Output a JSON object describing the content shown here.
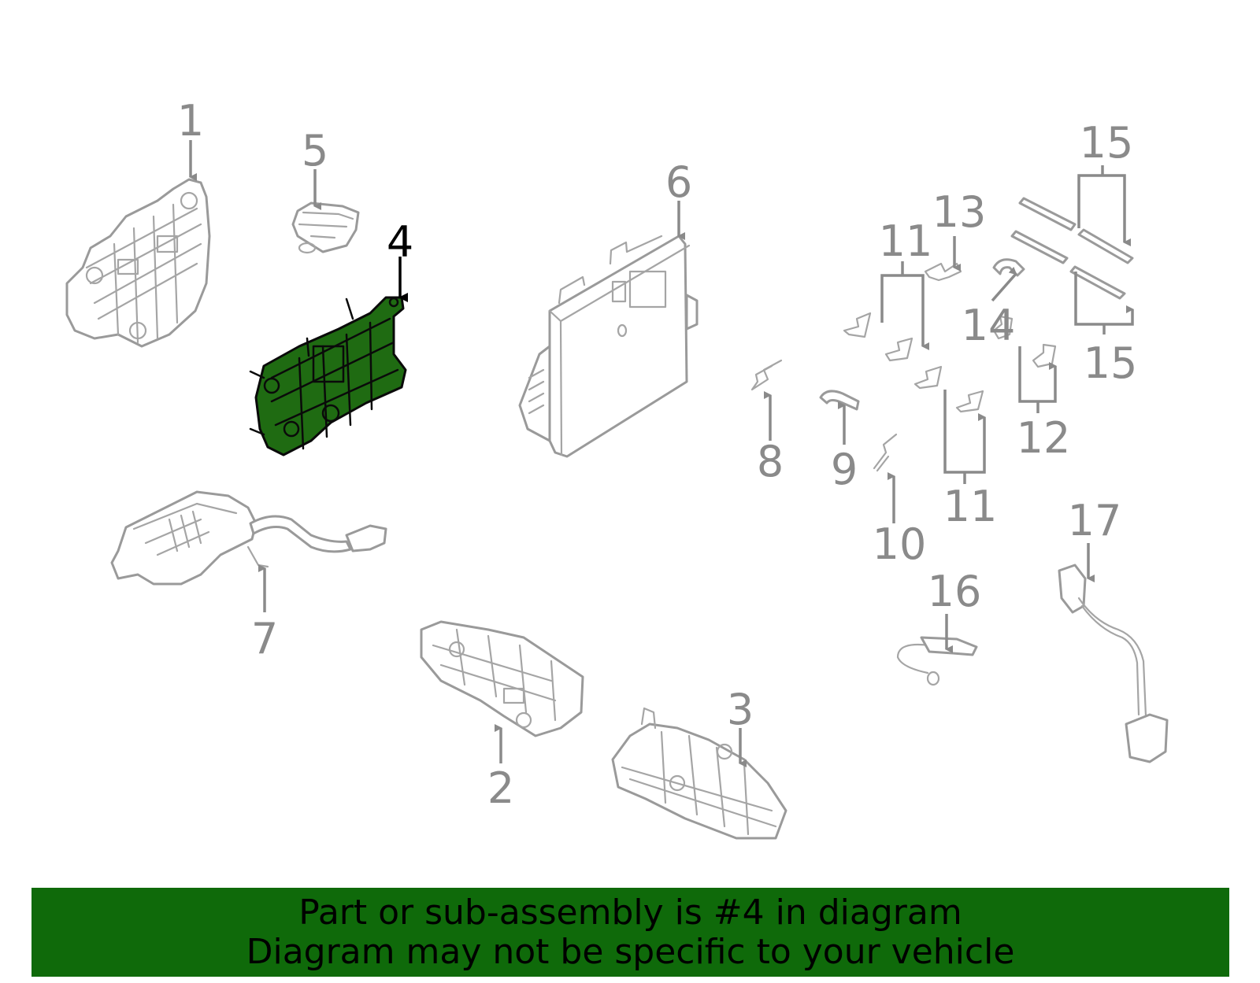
{
  "highlight_part": "4",
  "colors": {
    "line": "#8a8a8a",
    "highlight_fill": "#1f6b12",
    "banner": "#0f6a0a",
    "highlight_text": "#000000"
  },
  "callouts": {
    "c1": "1",
    "c2": "2",
    "c3": "3",
    "c4": "4",
    "c5": "5",
    "c6": "6",
    "c7": "7",
    "c8": "8",
    "c9": "9",
    "c10": "10",
    "c11a": "11",
    "c11b": "11",
    "c12": "12",
    "c13": "13",
    "c14": "14",
    "c15a": "15",
    "c15b": "15",
    "c16": "16",
    "c17": "17"
  },
  "banner": {
    "line1": "Part or sub-assembly is #4 in diagram",
    "line2": "Diagram may not be specific to your vehicle"
  }
}
